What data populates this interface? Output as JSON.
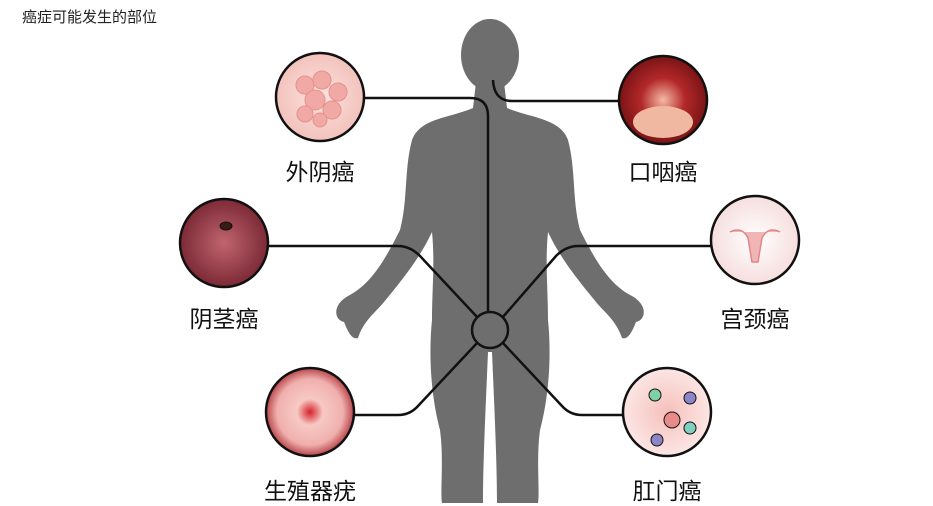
{
  "title": "癌症可能发生的部位",
  "sites": [
    {
      "label": "外阴癌"
    },
    {
      "label": "口咽癌"
    },
    {
      "label": "阴茎癌"
    },
    {
      "label": "宫颈癌"
    },
    {
      "label": "生殖器疣"
    },
    {
      "label": "肛门癌"
    }
  ],
  "colors": {
    "body": "#6e6e6f",
    "line": "#111111",
    "tissue": "#f2b6b0"
  }
}
